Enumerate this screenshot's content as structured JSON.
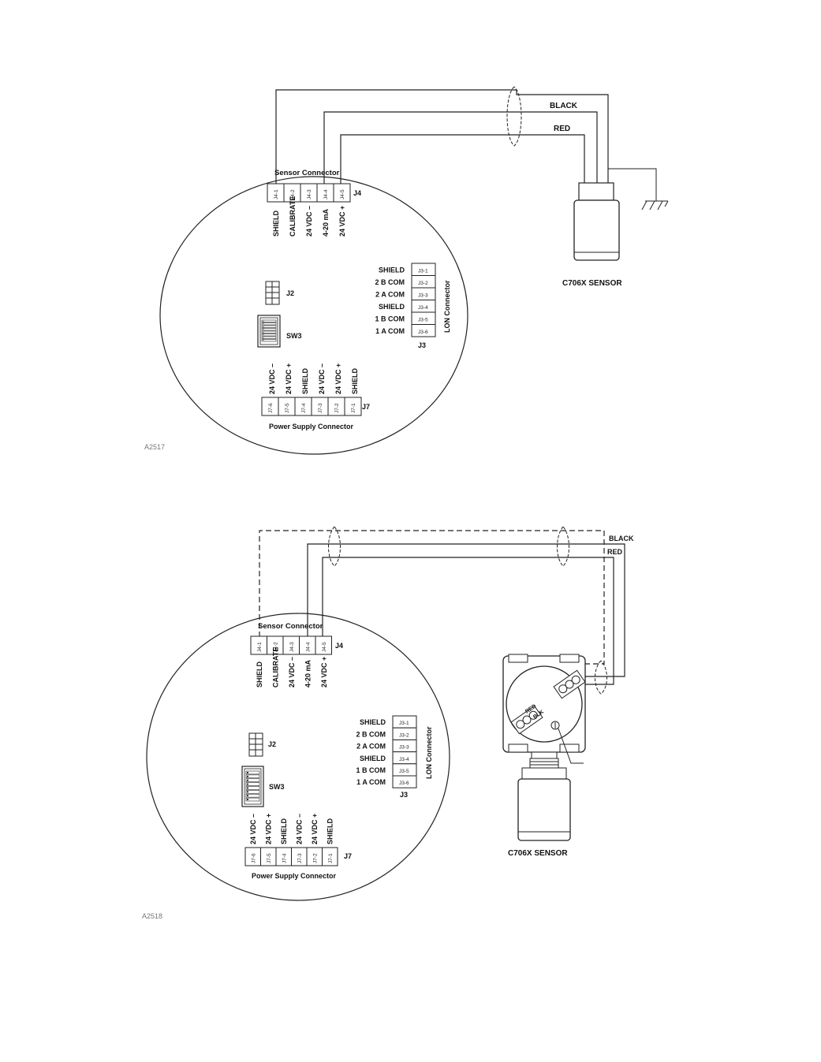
{
  "diagram1": {
    "wire_labels": {
      "black": "BLACK",
      "red": "RED"
    },
    "sensor_connector": {
      "title": "Sensor Connector",
      "ref": "J4",
      "pins": [
        "J4-1",
        "J4-2",
        "J4-3",
        "J4-4",
        "J4-5"
      ],
      "labels": [
        "SHIELD",
        "CALIBRATE",
        "24 VDC –",
        "4-20 mA",
        "24 VDC +"
      ]
    },
    "lon_connector": {
      "title": "LON Connector",
      "ref": "J3",
      "pins": [
        "J3-1",
        "J3-2",
        "J3-3",
        "J3-4",
        "J3-5",
        "J3-6"
      ],
      "labels": [
        "SHIELD",
        "2 B COM",
        "2 A COM",
        "SHIELD",
        "1 B COM",
        "1 A COM"
      ]
    },
    "j2": "J2",
    "sw3": "SW3",
    "power_connector": {
      "title": "Power Supply Connector",
      "ref": "J7",
      "pins": [
        "J7-6",
        "J7-5",
        "J7-4",
        "J7-3",
        "J7-2",
        "J7-1"
      ],
      "labels": [
        "24 VDC –",
        "24 VDC +",
        "SHIELD",
        "24 VDC –",
        "24 VDC +",
        "SHIELD"
      ]
    },
    "sensor_name": "C706X SENSOR",
    "figure_id": "A2517"
  },
  "diagram2": {
    "wire_labels": {
      "black": "BLACK",
      "red": "RED"
    },
    "junction_box_labels": {
      "red": "RED",
      "blk": "BLK"
    },
    "sensor_connector": {
      "title": "Sensor Connector",
      "ref": "J4",
      "pins": [
        "J4-1",
        "J4-2",
        "J4-3",
        "J4-4",
        "J4-5"
      ],
      "labels": [
        "SHIELD",
        "CALIBRATE",
        "24 VDC –",
        "4-20 mA",
        "24 VDC +"
      ]
    },
    "lon_connector": {
      "title": "LON Connector",
      "ref": "J3",
      "pins": [
        "J3-1",
        "J3-2",
        "J3-3",
        "J3-4",
        "J3-5",
        "J3-6"
      ],
      "labels": [
        "SHIELD",
        "2 B COM",
        "2 A COM",
        "SHIELD",
        "1 B COM",
        "1 A COM"
      ]
    },
    "j2": "J2",
    "sw3": "SW3",
    "power_connector": {
      "title": "Power Supply Connector",
      "ref": "J7",
      "pins": [
        "J7-6",
        "J7-5",
        "J7-4",
        "J7-3",
        "J7-2",
        "J7-1"
      ],
      "labels": [
        "24 VDC –",
        "24 VDC +",
        "SHIELD",
        "24 VDC –",
        "24 VDC +",
        "SHIELD"
      ]
    },
    "sensor_name": "C706X SENSOR",
    "figure_id": "A2518"
  }
}
